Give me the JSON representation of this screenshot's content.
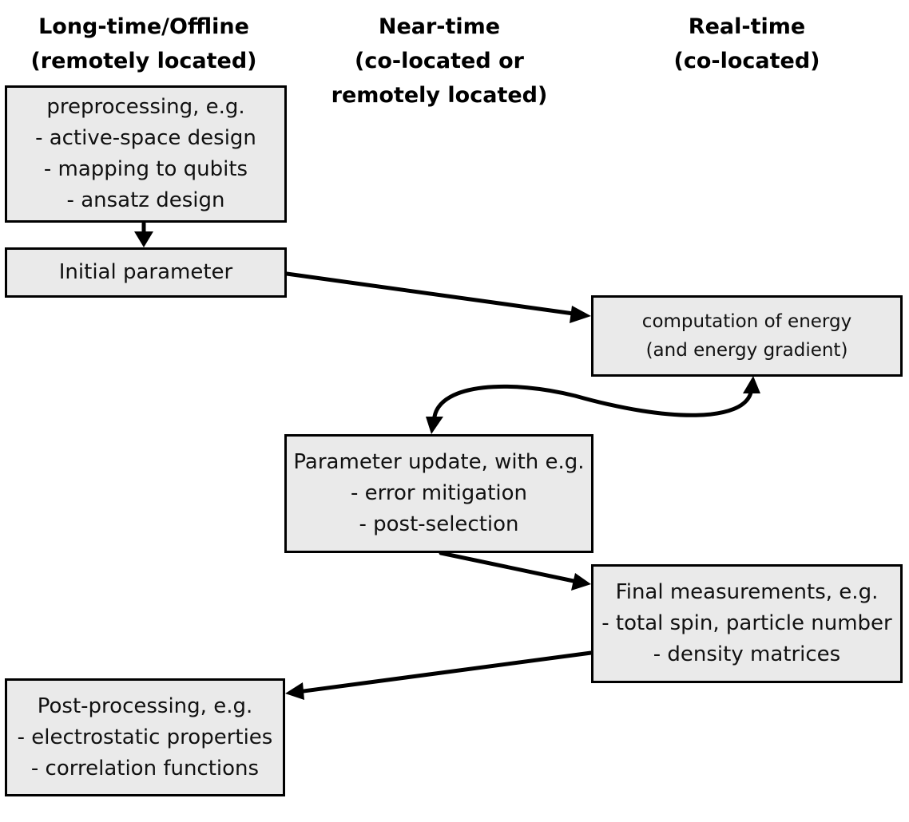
{
  "headers": {
    "offline": [
      "Long-time/Offline",
      "(remotely located)"
    ],
    "near_time": [
      "Near-time",
      "(co-located or",
      "remotely located)"
    ],
    "real_time": [
      "Real-time",
      "(co-located)"
    ]
  },
  "boxes": {
    "preprocessing": [
      "preprocessing, e.g.",
      "- active-space design",
      "- mapping to qubits",
      "- ansatz design"
    ],
    "initial_parameter": [
      "Initial parameter"
    ],
    "energy_computation": [
      "computation of energy",
      "(and energy gradient)"
    ],
    "parameter_update": [
      "Parameter update, with e.g.",
      "- error mitigation",
      "- post-selection"
    ],
    "final_measurements": [
      "Final measurements, e.g.",
      "- total spin, particle number",
      "- density matrices"
    ],
    "post_processing": [
      "Post-processing, e.g.",
      "- electrostatic properties",
      "- correlation functions"
    ]
  },
  "colors": {
    "box_fill": "#eaeaea",
    "box_border": "#000000",
    "arrow": "#000000"
  }
}
